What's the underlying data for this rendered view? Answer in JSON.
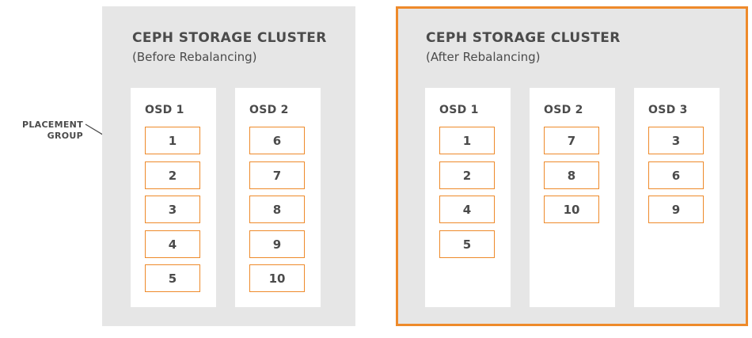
{
  "label": {
    "line1": "PLACEMENT",
    "line2": "GROUP"
  },
  "clusters": [
    {
      "title": "CEPH STORAGE CLUSTER",
      "subtitle": "(Before Rebalancing)",
      "osds": [
        {
          "title": "OSD 1",
          "pgs": [
            "1",
            "2",
            "3",
            "4",
            "5"
          ]
        },
        {
          "title": "OSD 2",
          "pgs": [
            "6",
            "7",
            "8",
            "9",
            "10"
          ]
        }
      ]
    },
    {
      "title": "CEPH STORAGE CLUSTER",
      "subtitle": "(After Rebalancing)",
      "osds": [
        {
          "title": "OSD 1",
          "pgs": [
            "1",
            "2",
            "4",
            "5"
          ]
        },
        {
          "title": "OSD 2",
          "pgs": [
            "7",
            "8",
            "10"
          ]
        },
        {
          "title": "OSD 3",
          "pgs": [
            "3",
            "6",
            "9"
          ]
        }
      ]
    }
  ],
  "colors": {
    "accent": "#ee8a2a",
    "panel": "#e6e6e6",
    "text": "#4b4b4b"
  }
}
